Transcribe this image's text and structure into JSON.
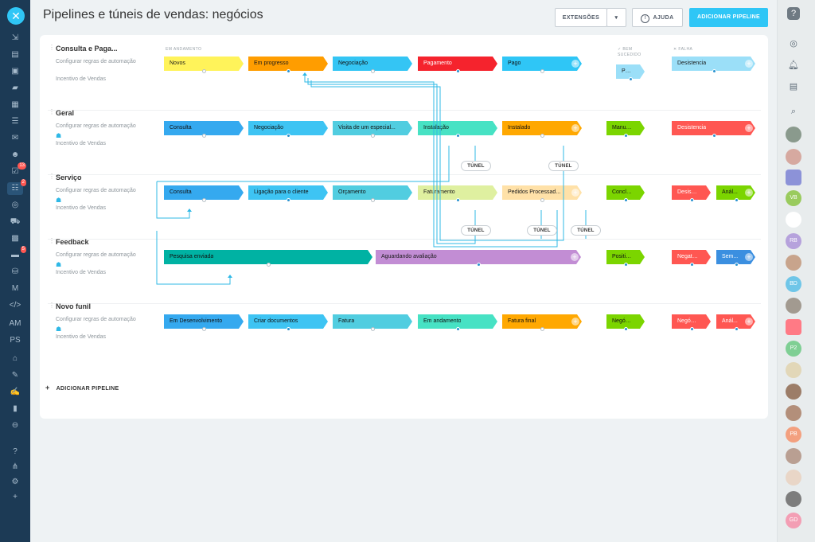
{
  "page_title": "Pipelines e túneis de vendas: negócios",
  "header": {
    "extensions": "EXTENSÕES",
    "help": "AJUDA",
    "add_pipeline": "ADICIONAR PIPELINE"
  },
  "columns": {
    "in_progress": "EM ANDAMENTO",
    "success": "BEM SUCEDIDO",
    "failure": "FALHA"
  },
  "pipeline_links": {
    "automation": "Configurar regras de automação",
    "incentive": "Incentivo de Vendas"
  },
  "tunnel_label": "TÚNEL",
  "add_pipeline_footer": "ADICIONAR PIPELINE",
  "left_badges": [
    "13",
    "2",
    "5"
  ],
  "left_text_icons": [
    "AM",
    "PS"
  ],
  "right_initials": [
    "VB",
    "RB",
    "BD",
    "P2",
    "PB",
    "GD"
  ],
  "pipelines": [
    {
      "name": "Consulta e Paga...",
      "stages": [
        {
          "label": "Novos",
          "color": "#fff35a"
        },
        {
          "label": "Em progresso",
          "color": "#ff9d00"
        },
        {
          "label": "Negociação",
          "color": "#34c5f4"
        },
        {
          "label": "Pagamento",
          "color": "#f5232d"
        },
        {
          "label": "Pago",
          "color": "#2fc6f6"
        }
      ],
      "success": [
        {
          "label": "Pago",
          "color": "#9bdff8"
        }
      ],
      "failure": [
        {
          "label": "Desistencia",
          "color": "#9bdff8"
        }
      ]
    },
    {
      "name": "Geral",
      "stages": [
        {
          "label": "Consulta",
          "color": "#35a9ef"
        },
        {
          "label": "Negociação",
          "color": "#3ec4f3"
        },
        {
          "label": "Visita de um especial...",
          "color": "#51cde0"
        },
        {
          "label": "Instalação",
          "color": "#47e2c4"
        },
        {
          "label": "Instalado",
          "color": "#ffa801"
        }
      ],
      "success": [
        {
          "label": "Manute...",
          "color": "#7bd500"
        }
      ],
      "failure": [
        {
          "label": "Desistencia",
          "color": "#ff5752"
        }
      ]
    },
    {
      "name": "Serviço",
      "stages": [
        {
          "label": "Consulta",
          "color": "#35a9ef"
        },
        {
          "label": "Ligação para o cliente",
          "color": "#3ec4f3"
        },
        {
          "label": "Orçamento",
          "color": "#51cde0"
        },
        {
          "label": "Faturamento",
          "color": "#dff0a0"
        },
        {
          "label": "Pedidos Processad...",
          "color": "#ffe1a8"
        }
      ],
      "success": [
        {
          "label": "Conclui...",
          "color": "#7bd500"
        }
      ],
      "failure": [
        {
          "label": "Desisti...",
          "color": "#ff5752"
        },
        {
          "label": "Anál...",
          "color": "#7bd500"
        }
      ]
    },
    {
      "name": "Feedback",
      "stages": [
        {
          "label": "Pesquisa enviada",
          "color": "#00b2a3"
        },
        {
          "label": "Aguardando avaliação",
          "color": "#c28dd4"
        }
      ],
      "success": [
        {
          "label": "Positivo...",
          "color": "#7bd500"
        }
      ],
      "failure": [
        {
          "label": "Negati...",
          "color": "#ff5752"
        },
        {
          "label": "Sem...",
          "color": "#3b8fe0"
        }
      ]
    },
    {
      "name": "Novo funil",
      "stages": [
        {
          "label": "Em Desenvolvimento",
          "color": "#35a9ef"
        },
        {
          "label": "Criar documentos",
          "color": "#3ec4f3"
        },
        {
          "label": "Fatura",
          "color": "#51cde0"
        },
        {
          "label": "Em andamento",
          "color": "#47e2c4"
        },
        {
          "label": "Fatura final",
          "color": "#ffa801"
        }
      ],
      "success": [
        {
          "label": "Negóci...",
          "color": "#7bd500"
        }
      ],
      "failure": [
        {
          "label": "Negóci...",
          "color": "#ff5752"
        },
        {
          "label": "Anál...",
          "color": "#ff5752"
        }
      ]
    }
  ]
}
